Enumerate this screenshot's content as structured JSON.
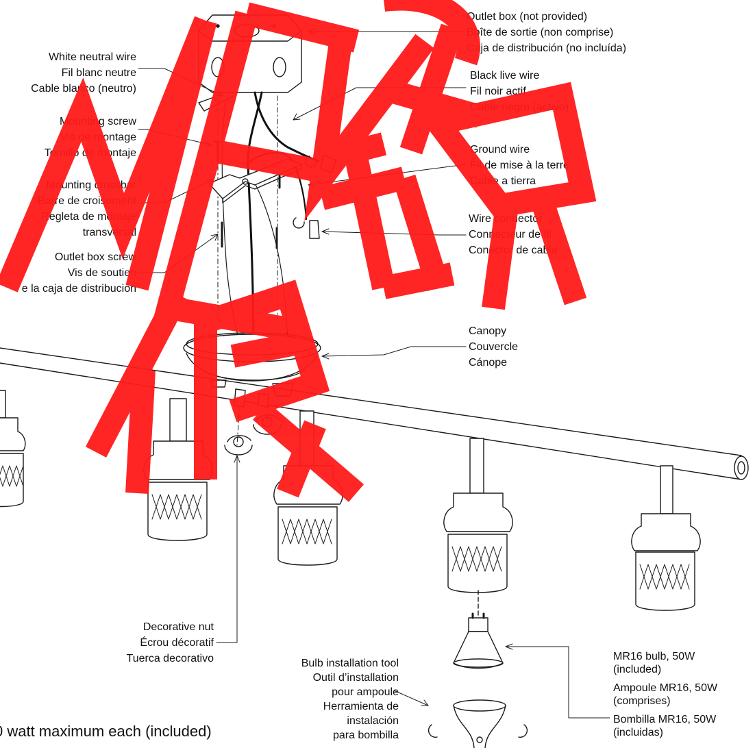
{
  "labels": {
    "outlet_box": [
      "Outlet box (not provided)",
      "Boîte de sortie (non comprise)",
      "Caja de distribución (no incluída)"
    ],
    "white_wire": [
      "White neutral wire",
      "Fil blanc neutre",
      "Cable blanco (neutro)"
    ],
    "black_wire": [
      "Black live wire",
      "Fil noir actif",
      "Cable negro (activo)"
    ],
    "mounting_screw": [
      "Mounting screw",
      "Vis de montage",
      "Tornillo de montaje"
    ],
    "ground_wire": [
      "Ground wire",
      "Fil de mise à la terre",
      "Cable a tierra"
    ],
    "crossbar": [
      "Mounting crossbar",
      "Barre de croisement",
      "Regleta de montaje",
      "transversal"
    ],
    "wire_connector": [
      "Wire connector",
      "Connecteur de fil",
      "Conector de cable"
    ],
    "outlet_box_screw": [
      "Outlet box screw",
      "Vis de soutien",
      "e la caja de distribucion"
    ],
    "canopy": [
      "Canopy",
      "Couvercle",
      "Cánope"
    ],
    "decorative_nut": [
      "Decorative nut",
      "Écrou décoratif",
      "Tuerca decorativo"
    ],
    "bulb_tool": [
      "Bulb installation tool",
      "Outil d’installation",
      "pour ampoule",
      "Herramienta de",
      "instalación",
      "para bombilla"
    ],
    "bulb": [
      "MR16 bulb, 50W",
      "(included)",
      "Ampoule MR16, 50W",
      "(comprises)",
      "Bombilla MR16, 50W",
      "(incluidas)"
    ]
  },
  "footer_note": "0 watt maximum each (included)",
  "colors": {
    "line": "#1a1a1a",
    "watermark": "#ff1a1a"
  }
}
